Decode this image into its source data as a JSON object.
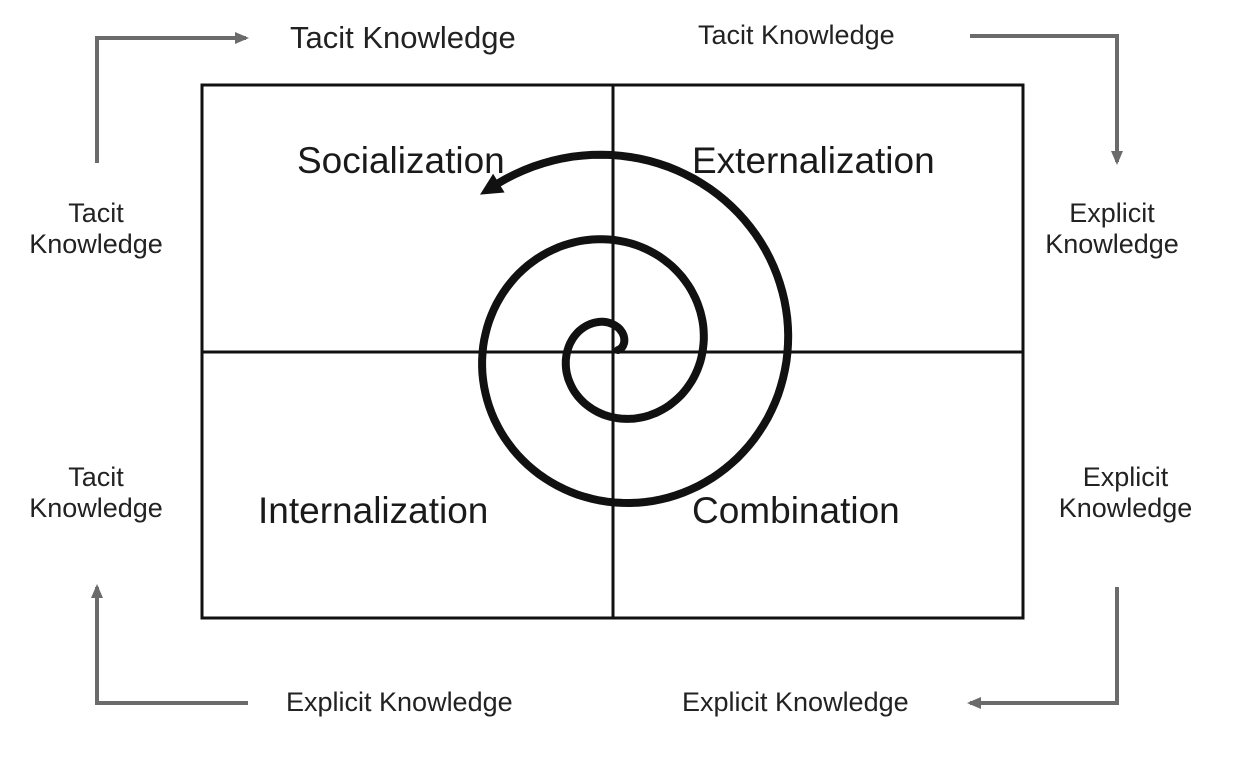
{
  "top": {
    "left_label": "Tacit Knowledge",
    "right_label": "Tacit Knowledge"
  },
  "left": {
    "upper": {
      "line1": "Tacit",
      "line2": "Knowledge"
    },
    "lower": {
      "line1": "Tacit",
      "line2": "Knowledge"
    }
  },
  "right": {
    "upper": {
      "line1": "Explicit",
      "line2": "Knowledge"
    },
    "lower": {
      "line1": "Explicit",
      "line2": "Knowledge"
    }
  },
  "bottom": {
    "left_label": "Explicit Knowledge",
    "right_label": "Explicit Knowledge"
  },
  "quadrants": {
    "top_left": "Socialization",
    "top_right": "Externalization",
    "bottom_left": "Internalization",
    "bottom_right": "Combination"
  },
  "colors": {
    "grid_line": "#111111",
    "arrow": "#6b6b6b",
    "spiral": "#111111"
  }
}
